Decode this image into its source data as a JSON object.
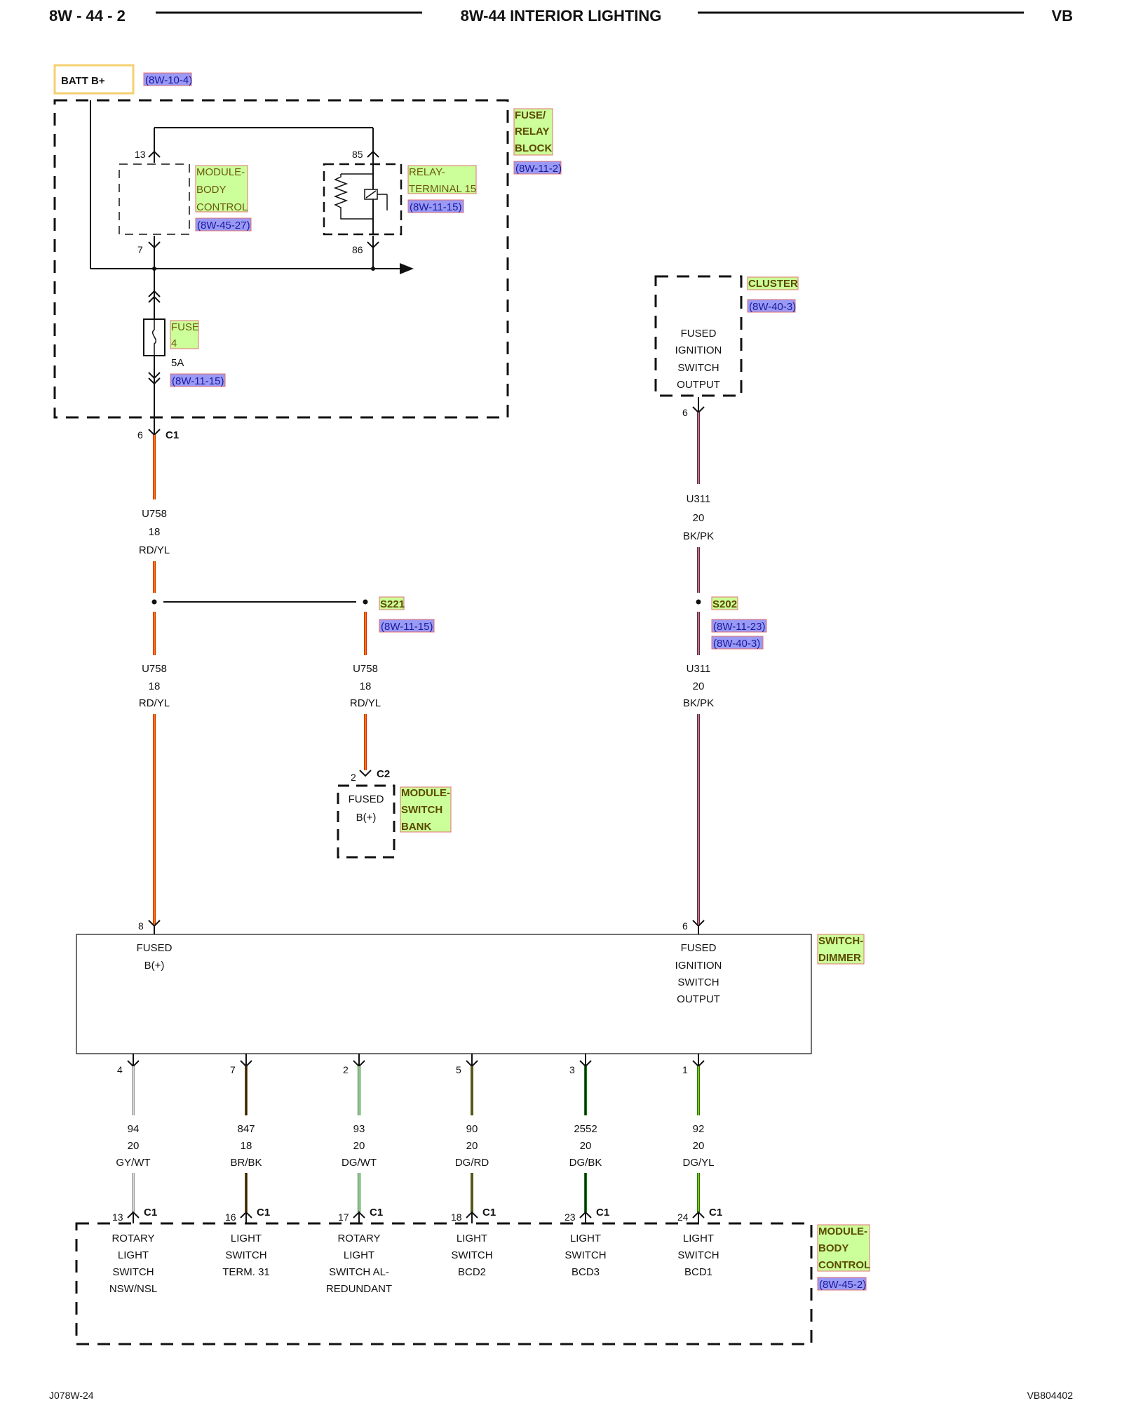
{
  "header": {
    "left": "8W - 44 - 2",
    "title": "8W-44 INTERIOR LIGHTING",
    "right": "VB"
  },
  "footer": {
    "left": "J078W-24",
    "right": "VB804402"
  },
  "batt": {
    "label": "BATT B+",
    "ref": "(8W-10-4)"
  },
  "fuse_relay_block": {
    "l1": "FUSE/",
    "l2": "RELAY",
    "l3": "BLOCK",
    "ref": "(8W-11-2)"
  },
  "module_bcm_top": {
    "l1": "MODULE-",
    "l2": "BODY",
    "l3": "CONTROL",
    "ref": "(8W-45-27)",
    "pin_top": "13",
    "pin_bottom": "7"
  },
  "relay": {
    "l1": "RELAY-",
    "l2": "TERMINAL 15",
    "ref": "(8W-11-15)",
    "pin_top": "85",
    "pin_bottom": "86"
  },
  "fuse": {
    "l1": "FUSE",
    "l2": "4",
    "rating": "5A",
    "ref": "(8W-11-15)"
  },
  "c1_top": {
    "pin": "6",
    "conn": "C1"
  },
  "cluster": {
    "name": "CLUSTER",
    "ref": "(8W-40-3)",
    "l1": "FUSED",
    "l2": "IGNITION",
    "l3": "SWITCH",
    "l4": "OUTPUT",
    "pin": "6"
  },
  "wires": {
    "u758_a": {
      "circuit": "U758",
      "gauge": "18",
      "color": "RD/YL"
    },
    "u758_b": {
      "circuit": "U758",
      "gauge": "18",
      "color": "RD/YL"
    },
    "u758_c": {
      "circuit": "U758",
      "gauge": "18",
      "color": "RD/YL"
    },
    "u311_a": {
      "circuit": "U311",
      "gauge": "20",
      "color": "BK/PK"
    },
    "u311_b": {
      "circuit": "U311",
      "gauge": "20",
      "color": "BK/PK"
    }
  },
  "s221": {
    "name": "S221",
    "ref": "(8W-11-15)"
  },
  "s202": {
    "name": "S202",
    "ref1": "(8W-11-23)",
    "ref2": "(8W-40-3)"
  },
  "switch_bank": {
    "pin": "2",
    "conn": "C2",
    "l1": "FUSED",
    "l2": "B(+)",
    "name1": "MODULE-",
    "name2": "SWITCH",
    "name3": "BANK"
  },
  "dimmer": {
    "name1": "SWITCH-",
    "name2": "DIMMER",
    "pin_left": "8",
    "pin_right": "6",
    "left_l1": "FUSED",
    "left_l2": "B(+)",
    "right_l1": "FUSED",
    "right_l2": "IGNITION",
    "right_l3": "SWITCH",
    "right_l4": "OUTPUT"
  },
  "bottom_wires": [
    {
      "top_pin": "4",
      "circuit": "94",
      "gauge": "20",
      "color": "GY/WT",
      "bot_pin": "13",
      "conn": "C1",
      "t1": "ROTARY",
      "t2": "LIGHT",
      "t3": "SWITCH",
      "t4": "NSW/NSL",
      "c1": "#9a9a9a",
      "c2": "#ffffff"
    },
    {
      "top_pin": "7",
      "circuit": "847",
      "gauge": "18",
      "color": "BR/BK",
      "bot_pin": "16",
      "conn": "C1",
      "t1": "LIGHT",
      "t2": "SWITCH",
      "t3": "TERM. 31",
      "t4": "",
      "c1": "#7a5a20",
      "c2": "#000000"
    },
    {
      "top_pin": "2",
      "circuit": "93",
      "gauge": "20",
      "color": "DG/WT",
      "bot_pin": "17",
      "conn": "C1",
      "t1": "ROTARY",
      "t2": "LIGHT",
      "t3": "SWITCH AL-",
      "t4": "REDUNDANT",
      "c1": "#1a7a1a",
      "c2": "#ffffff"
    },
    {
      "top_pin": "5",
      "circuit": "90",
      "gauge": "20",
      "color": "DG/RD",
      "bot_pin": "18",
      "conn": "C1",
      "t1": "LIGHT",
      "t2": "SWITCH",
      "t3": "BCD2",
      "t4": "",
      "c1": "#1a7a1a",
      "c2": "#cc1a1a"
    },
    {
      "top_pin": "3",
      "circuit": "2552",
      "gauge": "20",
      "color": "DG/BK",
      "bot_pin": "23",
      "conn": "C1",
      "t1": "LIGHT",
      "t2": "SWITCH",
      "t3": "BCD3",
      "t4": "",
      "c1": "#1a7a1a",
      "c2": "#000000"
    },
    {
      "top_pin": "1",
      "circuit": "92",
      "gauge": "20",
      "color": "DG/YL",
      "bot_pin": "24",
      "conn": "C1",
      "t1": "LIGHT",
      "t2": "SWITCH",
      "t3": "BCD1",
      "t4": "",
      "c1": "#1a7a1a",
      "c2": "#e8e800"
    }
  ],
  "module_bcm_bottom": {
    "l1": "MODULE-",
    "l2": "BODY",
    "l3": "CONTROL",
    "ref": "(8W-45-2)"
  },
  "colors": {
    "ref_bg": "#9a9af5",
    "comp_bg": "#ccff99",
    "comp_border": "#e07070",
    "batt_border": "#f5d070",
    "red": "#dd2200",
    "yellow": "#f0c000"
  }
}
